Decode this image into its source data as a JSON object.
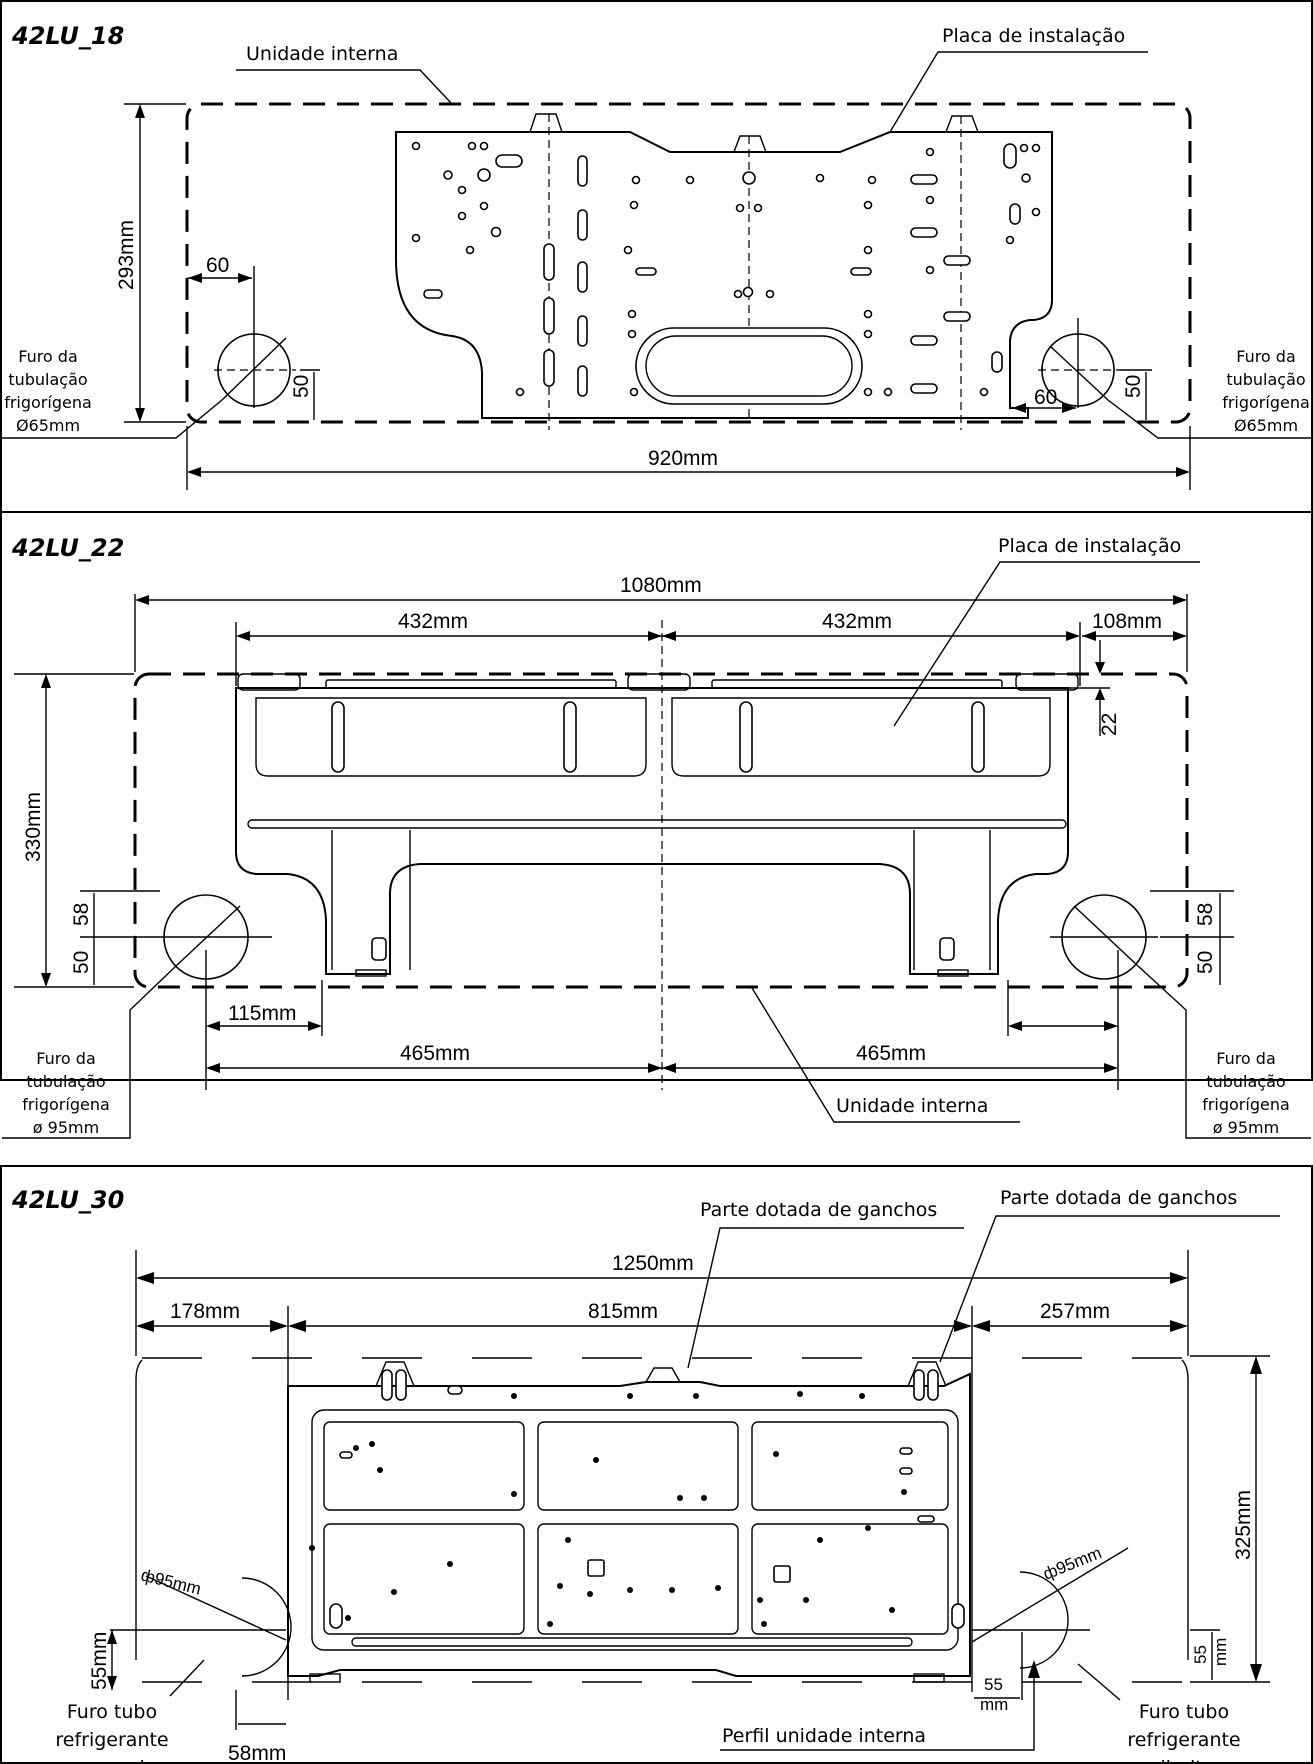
{
  "panel_1": {
    "model": "42LU_18",
    "labels": {
      "indoor_unit": "Unidade interna",
      "install_plate": "Placa de instalação",
      "pipe_hole_left": [
        "Furo da",
        "tubulação",
        "frigorígena",
        "Ø65mm"
      ],
      "pipe_hole_right": [
        "Furo da",
        "tubulação",
        "frigorígena",
        "Ø65mm"
      ]
    },
    "dimensions": {
      "height": "293mm",
      "left_offset": "60",
      "left_hole_height": "50",
      "right_offset": "60",
      "right_hole_height": "50",
      "width": "920mm"
    }
  },
  "panel_2": {
    "model": "42LU_22",
    "labels": {
      "install_plate": "Placa de instalação",
      "indoor_unit": "Unidade interna",
      "pipe_hole_left": [
        "Furo da",
        "tubulação",
        "frigorígena",
        "ø 95mm"
      ],
      "pipe_hole_right": [
        "Furo da",
        "tubulação",
        "frigorígena",
        "ø 95mm"
      ]
    },
    "dimensions": {
      "width": "1080mm",
      "left_span": "432mm",
      "right_span": "432mm",
      "right_margin": "108mm",
      "top_gap": "22",
      "height": "330mm",
      "left_hole_58": "58",
      "left_hole_50": "50",
      "right_hole_58": "58",
      "right_hole_50": "50",
      "left_hole_offset": "115mm",
      "left_half": "465mm",
      "right_half": "465mm"
    }
  },
  "panel_3": {
    "model": "42LU_30",
    "labels": {
      "hook_part_1": "Parte dotada de ganchos",
      "hook_part_2": "Parte dotada de ganchos",
      "indoor_profile": "Perfil unidade interna",
      "pipe_left": [
        "Furo tubo",
        "refrigerante",
        "esquerdo"
      ],
      "pipe_right": [
        "Furo tubo",
        "refrigerante",
        "direito"
      ]
    },
    "dimensions": {
      "width": "1250mm",
      "left_margin": "178mm",
      "plate_width": "815mm",
      "right_margin": "257mm",
      "height": "325mm",
      "left_diameter": "ф95mm",
      "right_diameter": "ф95mm",
      "left_hole_height": "55mm",
      "left_hole_offset": "58mm",
      "right_hole_offset_top": "55",
      "right_hole_offset_bottom": "mm",
      "right_hole_height_top": "55",
      "right_hole_height_bottom": "mm"
    }
  }
}
